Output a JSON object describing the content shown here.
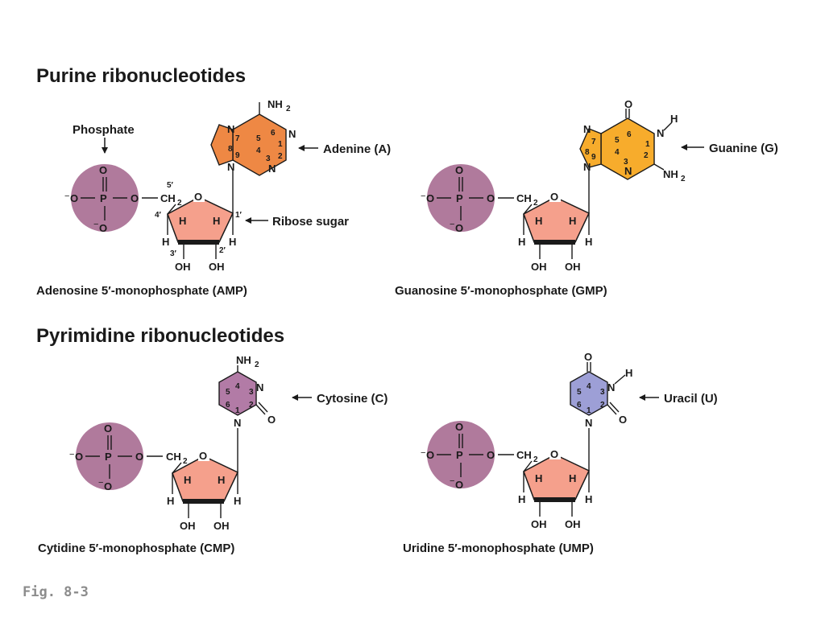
{
  "headings": {
    "purine": "Purine ribonucleotides",
    "pyrimidine": "Pyrimidine ribonucleotides"
  },
  "callouts": {
    "phosphate": "Phosphate",
    "ribose": "Ribose sugar"
  },
  "figure_label": "Fig. 8-3",
  "colors": {
    "phosphate": "#b07a9c",
    "ribose": "#f5a08c",
    "adenine": "#ee8844",
    "guanine": "#f7ac2c",
    "cytosine": "#b27ba6",
    "uracil": "#9d9fd6"
  },
  "atoms": {
    "O": "O",
    "P": "P",
    "CH": "CH",
    "two": "2",
    "H": "H",
    "OH": "OH",
    "N": "N",
    "NH": "NH",
    "minus": "−"
  },
  "primes": {
    "p5": "5′",
    "p4": "4′",
    "p3": "3′",
    "p2": "2′",
    "p1": "1′"
  },
  "molecules": [
    {
      "id": "amp",
      "base_label": "Adenine (A)",
      "caption": "Adenosine 5′-monophosphate (AMP)"
    },
    {
      "id": "gmp",
      "base_label": "Guanine (G)",
      "caption": "Guanosine 5′-monophosphate (GMP)"
    },
    {
      "id": "cmp",
      "base_label": "Cytosine (C)",
      "caption": "Cytidine 5′-monophosphate (CMP)"
    },
    {
      "id": "ump",
      "base_label": "Uracil (U)",
      "caption": "Uridine 5′-monophosphate (UMP)"
    }
  ]
}
